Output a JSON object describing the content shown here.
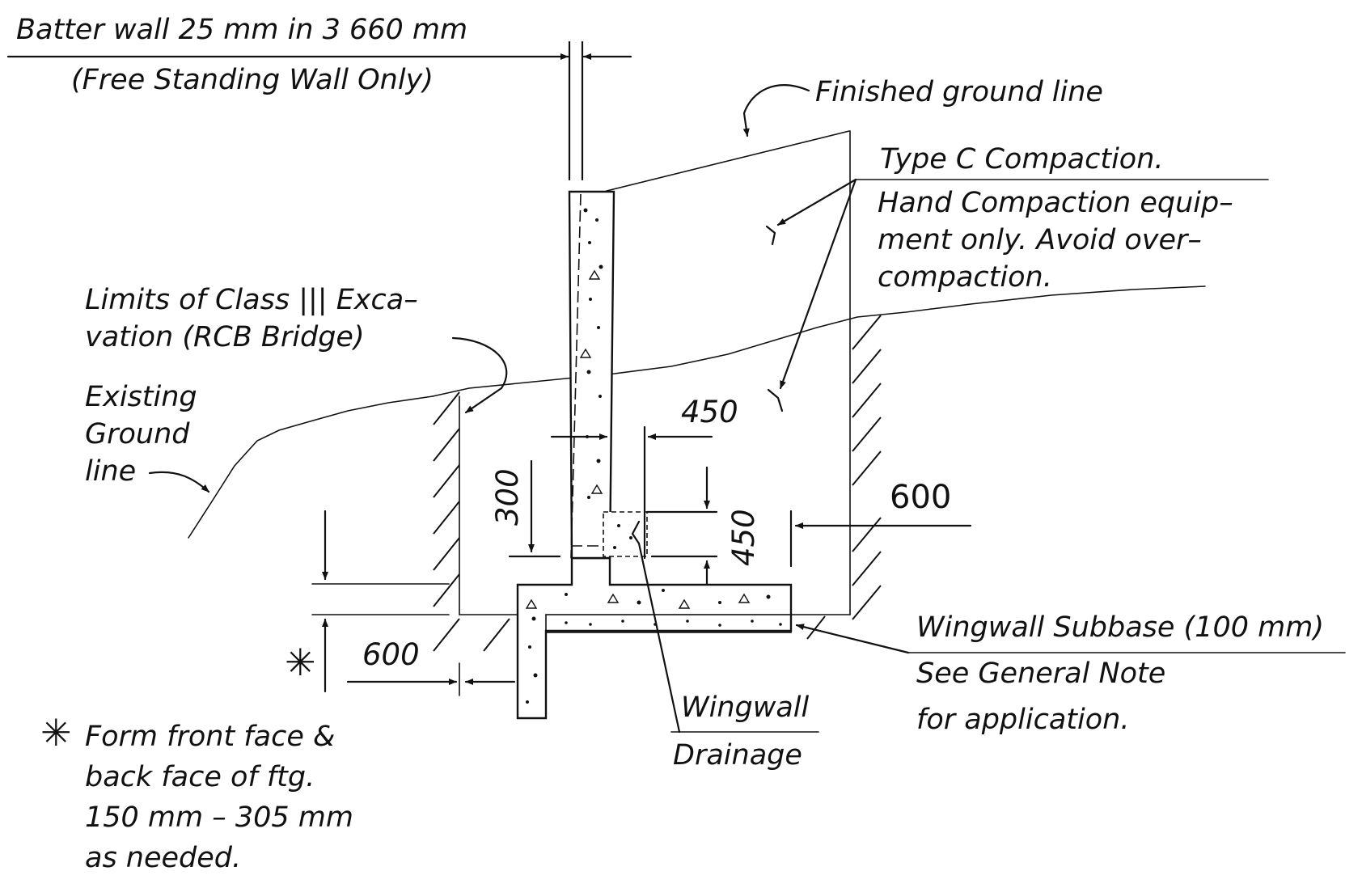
{
  "diagram": {
    "labels": {
      "batter_line1": "Batter wall 25 mm in 3 660 mm",
      "batter_line2": "(Free Standing Wall Only)",
      "finished_ground": "Finished ground line",
      "compaction_line1": "Type C Compaction.",
      "compaction_line2": "Hand Compaction equip–",
      "compaction_line3": "ment only.  Avoid over–",
      "compaction_line4": "compaction.",
      "limits_line1": "Limits of Class ||| Exca–",
      "limits_line2": "vation (RCB Bridge)",
      "existing_line1": "Existing",
      "existing_line2": "Ground",
      "existing_line3": "line",
      "subbase_line1": "Wingwall Subbase (100 mm)",
      "subbase_line2": "See General Note",
      "subbase_line3": "for application.",
      "drainage_line1": "Wingwall",
      "drainage_line2": "Drainage",
      "note_star": "✳",
      "note_line1": "Form  front  face  &",
      "note_line2": "back  face  of  ftg.",
      "note_line3": "150 mm  –  305 mm",
      "note_line4": "as  needed.",
      "star_marker": "✳"
    },
    "dimensions": {
      "d450_horizontal": "450",
      "d300": "300",
      "d450_vertical": "450",
      "d600_right": "600",
      "d600_left": "600"
    }
  }
}
